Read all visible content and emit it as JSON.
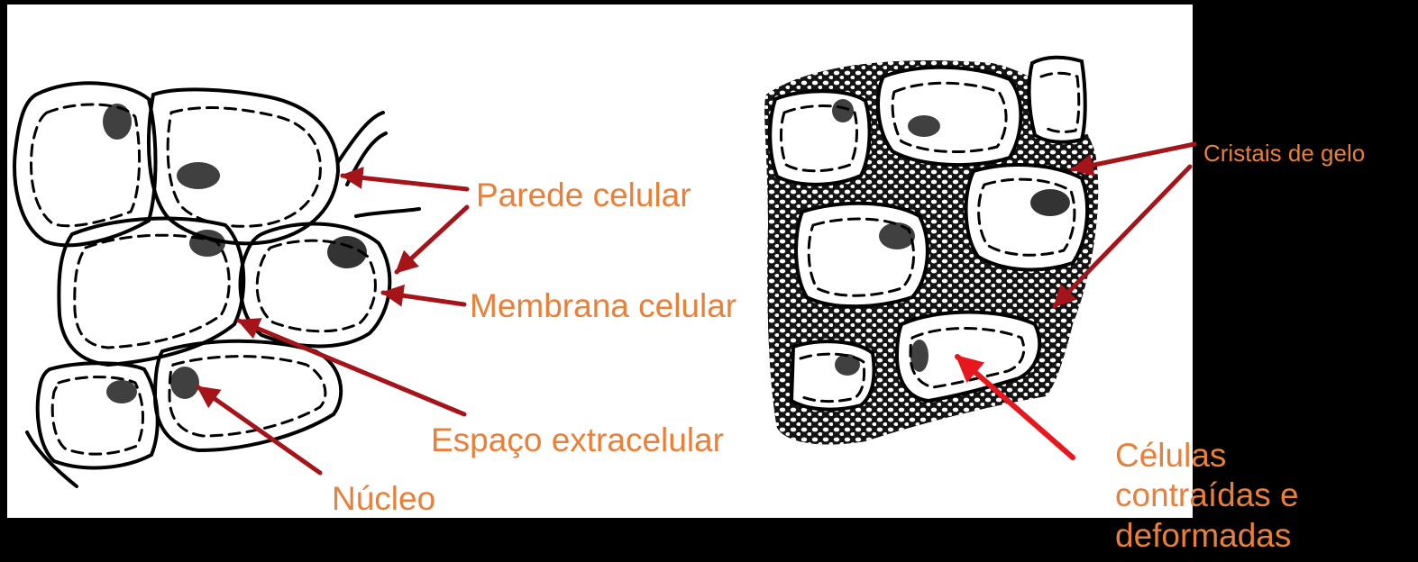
{
  "colors": {
    "label": "#E8803A",
    "arrow_dark": "#A51419",
    "arrow_bright": "#E8171D",
    "ice": "#1a1a1a",
    "outline": "#000000",
    "background": "#000000",
    "panel": "#FFFFFF"
  },
  "labels": {
    "parede": "Parede celular",
    "membrana": "Membrana celular",
    "espaco": "Espaço extracelular",
    "nucleo": "Núcleo",
    "cristais": "Cristais de gelo",
    "celulas": "Células\ncontraídas e\ndeformadas"
  }
}
